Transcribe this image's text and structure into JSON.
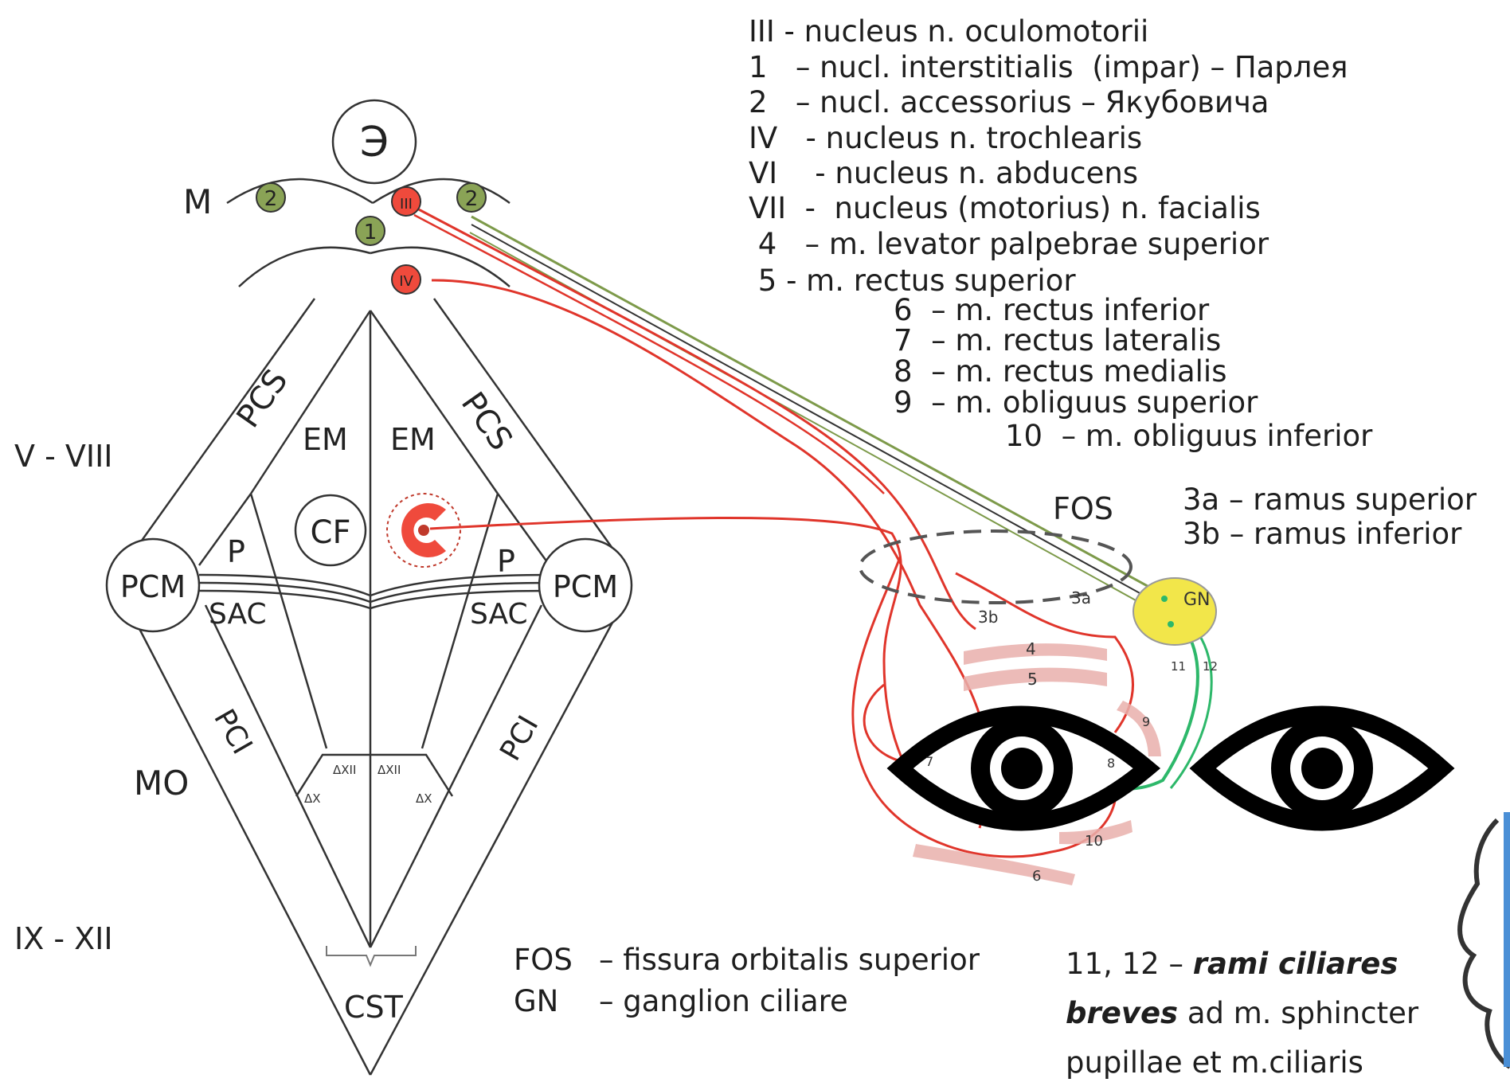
{
  "colors": {
    "nerve_red": "#e0352b",
    "nerve_green": "#2db86a",
    "nucleus_green": "#8aa356",
    "nucleus_red": "#ef4a3c",
    "ganglion_yellow": "#f2e64a",
    "muscle_pink": "#e9b0ac",
    "outline": "#333333"
  },
  "brainstem": {
    "top_circle": "Э",
    "level_m": "M",
    "level_v_viii": "V - VIII",
    "level_mo": "MO",
    "level_ix_xii": "IX - XII",
    "pcs_left": "PCS",
    "pcs_right": "PCS",
    "em_left": "EM",
    "em_right": "EM",
    "cf": "CF",
    "p_left": "P",
    "p_right": "P",
    "pcm_left": "PCM",
    "pcm_right": "PCM",
    "sac_left": "SAC",
    "sac_right": "SAC",
    "pci_left": "PCI",
    "pci_right": "PCI",
    "dx_left": "ΔX",
    "dxii_left": "ΔXII",
    "dxii_right": "ΔXII",
    "dx_right": "ΔX",
    "cst": "CST"
  },
  "nuclei": {
    "n2_left": "2",
    "n1": "1",
    "n3": "III",
    "n2_right": "2",
    "n4": "IV"
  },
  "orbit": {
    "fos": "FOS",
    "gn": "GN",
    "r3a": "3a",
    "r3b": "3b",
    "m4": "4",
    "m5": "5",
    "m6": "6",
    "m7": "7",
    "m8": "8",
    "m9": "9",
    "m10": "10",
    "r11": "11",
    "r12": "12"
  },
  "legend": [
    "III - nucleus n. oculomotorii",
    "1   – nucl. interstitialis  (impar) – Парлея",
    "2   – nucl. accessorius – Якубовича",
    "IV   - nucleus n. trochlearis",
    "VI    - nucleus n. abducens",
    "VII  -  nucleus (motorius) n. facialis",
    " 4   – m. levator palpebrae superior",
    " 5 - m. rectus superior",
    "6  – m. rectus inferior",
    "7  – m. rectus lateralis",
    "8  – m. rectus medialis",
    "9  – m. obliguus superior",
    "10  – m. obliguus inferior"
  ],
  "rami": {
    "r3a": "3a – ramus superior",
    "r3b": "3b – ramus inferior"
  },
  "abbr": {
    "fos_key": "FOS",
    "fos_text": "– fissura orbitalis superior",
    "gn_key": "GN",
    "gn_text": "– ganglion ciliare"
  },
  "note": {
    "prefix": "11, 12 – ",
    "bold1": "rami ciliares",
    "bold2": "breves",
    "rest1": " ad m. sphincter",
    "rest2": "pupillae  et m.ciliaris"
  }
}
